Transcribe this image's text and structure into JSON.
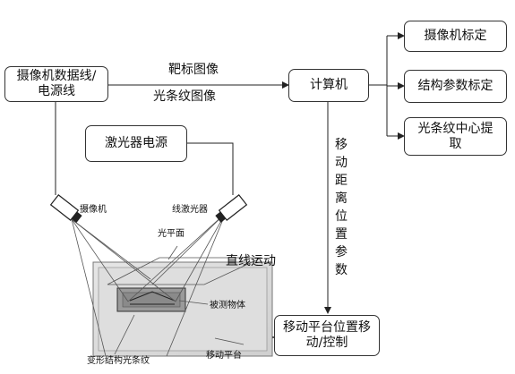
{
  "boxes": {
    "camera_line": "摄像机数据线/电源线",
    "computer": "计算机",
    "calib_camera": "摄像机标定",
    "calib_struct": "结构参数标定",
    "stripe_center": "光条纹中心提取",
    "laser_power": "激光器电源",
    "platform_ctrl": "移动平台位置移动/控制"
  },
  "labels": {
    "target_image": "靶标图像",
    "stripe_image": "光条纹图像",
    "move_params": "移动距离位置参数",
    "linear_motion": "直线运动",
    "camera": "摄像机",
    "line_laser": "线激光器",
    "light_plane": "光平面",
    "object": "被测物体",
    "deformed_stripe": "变形结构光条纹",
    "moving_platform": "移动平台"
  }
}
